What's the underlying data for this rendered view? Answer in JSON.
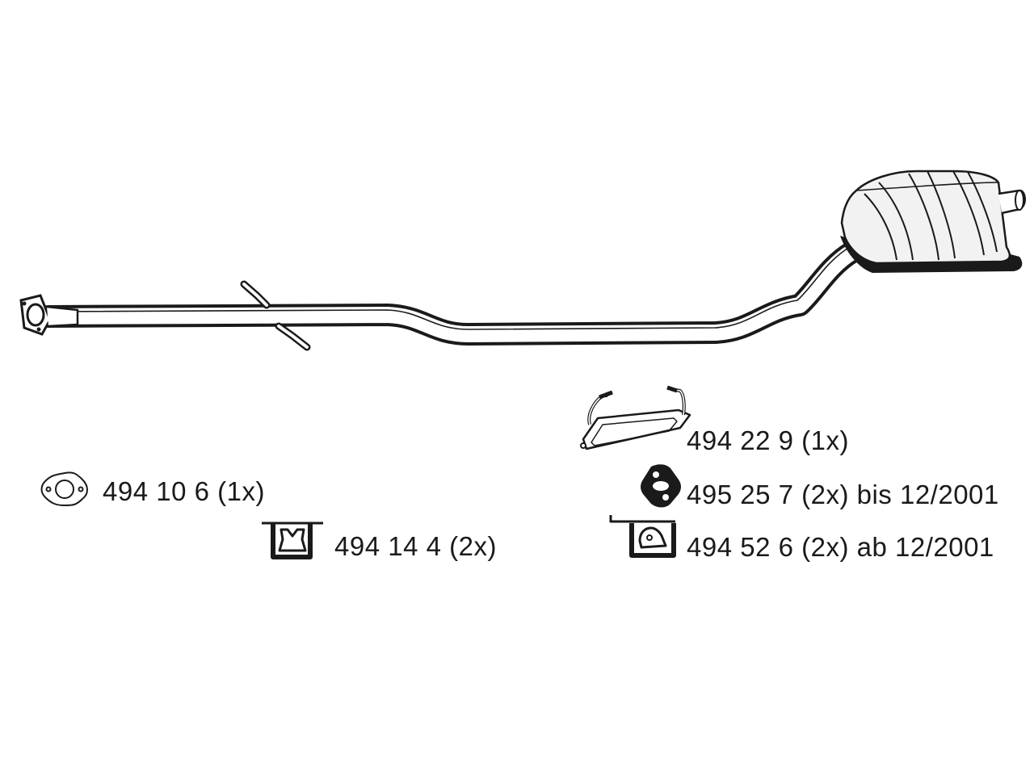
{
  "parts": [
    {
      "key": "flange_gasket",
      "icon": "flange-gasket-icon",
      "label": "494 10 6 (1x)"
    },
    {
      "key": "rubber_hanger",
      "icon": "rubber-hanger-icon",
      "label": "494 14 4 (2x)"
    },
    {
      "key": "mounting_bracket",
      "icon": "mounting-bracket-icon",
      "label": "494 22 9 (1x)"
    },
    {
      "key": "rubber_ring_mount",
      "icon": "rubber-ring-mount-icon",
      "label": "495 25 7 (2x) bis 12/2001"
    },
    {
      "key": "rubber_strap_mount",
      "icon": "rubber-strap-mount-icon",
      "label": "494 52 6 (2x) ab 12/2001"
    }
  ],
  "colors": {
    "line": "#1a1a1a",
    "background": "#ffffff",
    "muffler_fill": "#f2f2f2"
  }
}
